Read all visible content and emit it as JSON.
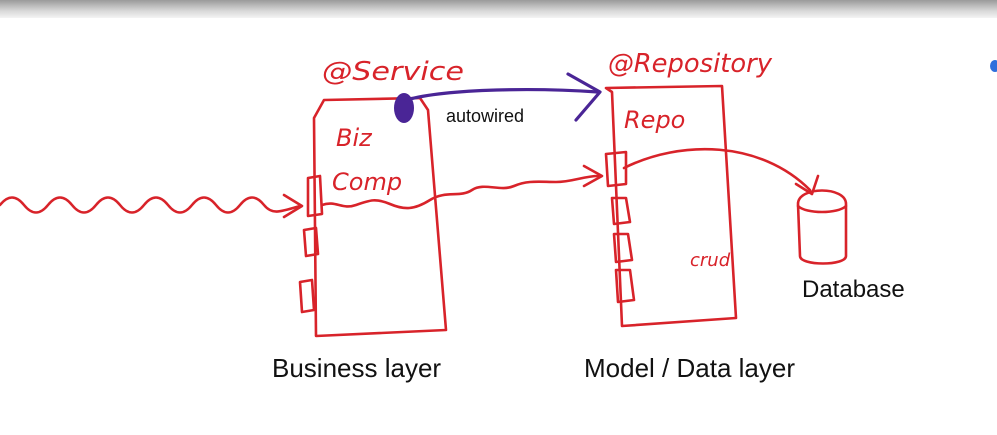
{
  "annotations": {
    "service": "@Service",
    "repository": "@Repository",
    "autowired": "autowired",
    "biz": "Biz",
    "comp": "Comp",
    "repo": "Repo",
    "crud": "crud"
  },
  "labels": {
    "business_layer": "Business layer",
    "model_data_layer": "Model / Data layer",
    "database": "Database"
  },
  "colors": {
    "ink": "#d8232a",
    "autowire_ink": "#4a2596",
    "label_text": "#111111"
  }
}
